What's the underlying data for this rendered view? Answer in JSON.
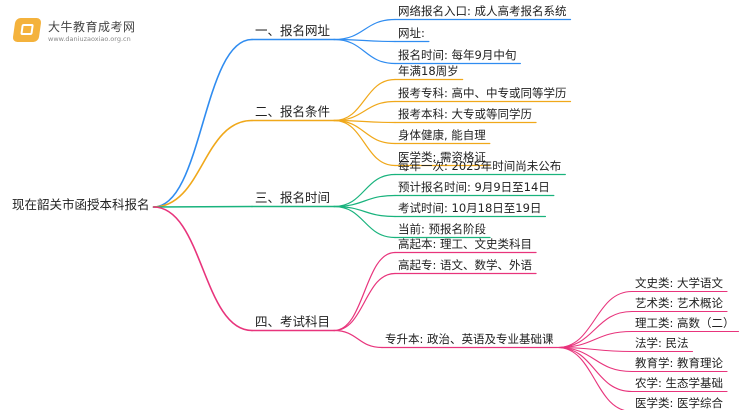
{
  "logo": {
    "title": "大牛教育成考网",
    "url": "www.daniuzaoxiao.org.cn"
  },
  "colors": {
    "branch1": "#2f8cf0",
    "branch2": "#f0a81a",
    "branch3": "#19b37d",
    "branch4": "#e8347c"
  },
  "root": {
    "label": "现在韶关市函授本科报名"
  },
  "branches": [
    {
      "label": "一、报名网址",
      "leaves": [
        {
          "label": "网络报名入口: 成人高考报名系统"
        },
        {
          "label": "网址:"
        },
        {
          "label": "报名时间: 每年9月中旬"
        }
      ]
    },
    {
      "label": "二、报名条件",
      "leaves": [
        {
          "label": "年满18周岁"
        },
        {
          "label": "报考专科: 高中、中专或同等学历"
        },
        {
          "label": "报考本科: 大专或等同学历"
        },
        {
          "label": "身体健康, 能自理"
        },
        {
          "label": "医学类: 需资格证"
        }
      ]
    },
    {
      "label": "三、报名时间",
      "leaves": [
        {
          "label": "每年一次: 2025年时间尚未公布"
        },
        {
          "label": "预计报名时间: 9月9日至14日"
        },
        {
          "label": "考试时间: 10月18日至19日"
        },
        {
          "label": "当前: 预报名阶段"
        }
      ]
    },
    {
      "label": "四、考试科目",
      "leaves": [
        {
          "label": "高起本: 理工、文史类科目"
        },
        {
          "label": "高起专: 语文、数学、外语"
        },
        {
          "label": "专升本: 政治、英语及专业基础课",
          "children": [
            {
              "label": "文史类: 大学语文"
            },
            {
              "label": "艺术类: 艺术概论"
            },
            {
              "label": "理工类: 高数（二）"
            },
            {
              "label": "法学: 民法"
            },
            {
              "label": "教育学: 教育理论"
            },
            {
              "label": "农学: 生态学基础"
            },
            {
              "label": "医学类: 医学综合"
            }
          ]
        }
      ]
    }
  ]
}
